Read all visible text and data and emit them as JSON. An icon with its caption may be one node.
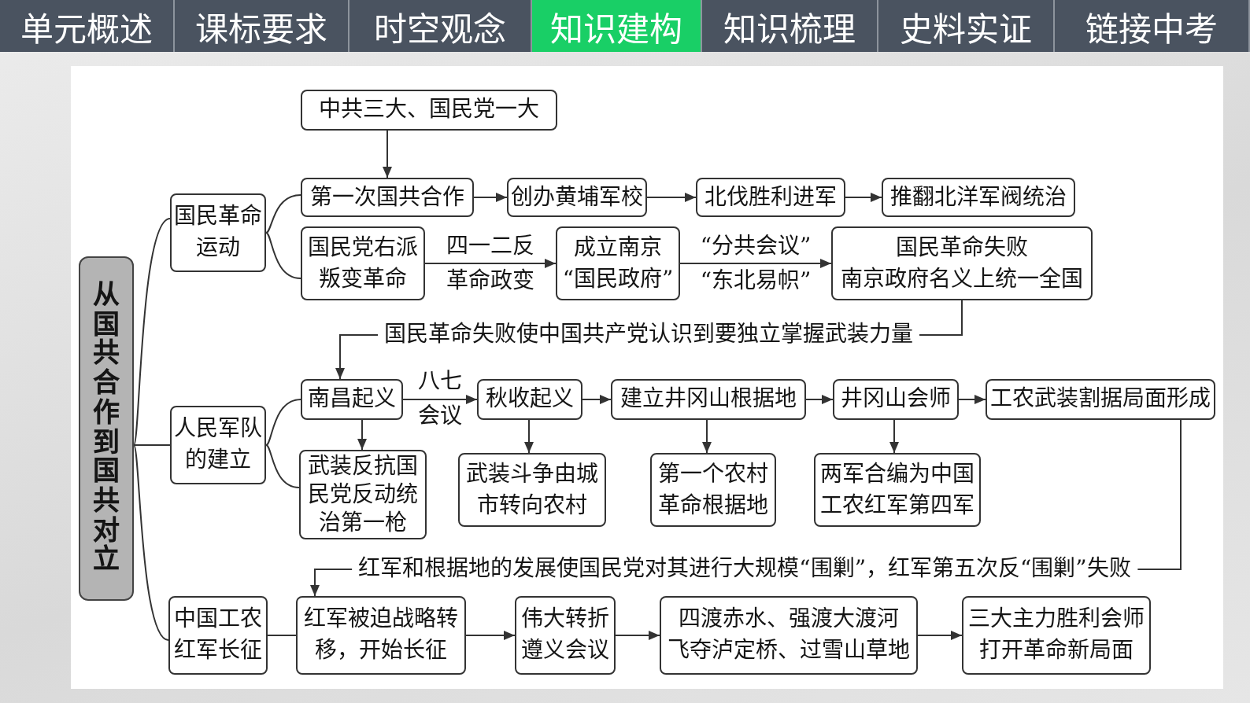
{
  "diagram": {
    "nodes": [
      {
        "text": [
          "从国共合作到国共对立"
        ]
      },
      {
        "text": [
          "国民革命运动"
        ]
      },
      {
        "text": [
          "中共三大、国民党一大"
        ]
      },
      {
        "text": [
          "第一次国共合作"
        ]
      },
      {
        "text": [
          "创办黄埔军校"
        ]
      },
      {
        "text": [
          "北伐胜利进军"
        ]
      },
      {
        "text": [
          "推翻北洋军阀统治"
        ]
      },
      {
        "text": [
          "国民党右派叛变革命"
        ]
      },
      {
        "text": [
          "成立南京“国民政府”"
        ]
      },
      {
        "text": [
          "国民革命失败",
          "南京政府名义上统一全国"
        ]
      },
      {
        "text": [
          "人民军队的建立"
        ]
      },
      {
        "text": [
          "南昌起义"
        ]
      },
      {
        "text": [
          "秋收起义"
        ]
      },
      {
        "text": [
          "建立井冈山根据地"
        ]
      },
      {
        "text": [
          "井冈山会师"
        ]
      },
      {
        "text": [
          "工农武装割据局面形成"
        ]
      },
      {
        "text": [
          "武装反抗国民党反动统治第一枪"
        ]
      },
      {
        "text": [
          "武装斗争由城市转向农村"
        ]
      },
      {
        "text": [
          "第一个农村革命根据地"
        ]
      },
      {
        "text": [
          "两军合编为中国工农红军第四军"
        ]
      },
      {
        "text": [
          "中国工农红军长征"
        ]
      },
      {
        "text": [
          "红军被迫战略转移，开始长征"
        ]
      },
      {
        "text": [
          "伟大转折",
          "遵义会议"
        ]
      },
      {
        "text": [
          "四渡赤水、强渡大渡河",
          "飞夺泸定桥、过雪山草地"
        ]
      },
      {
        "text": [
          "三大主力胜利会师",
          "打开革命新局面"
        ]
      }
    ],
    "edges": [
      {
        "from": 0,
        "to": 1,
        "arrow": "none"
      },
      {
        "from": 0,
        "to": 10,
        "arrow": "none"
      },
      {
        "from": 0,
        "to": 20,
        "arrow": "none"
      },
      {
        "from": 1,
        "to": 3,
        "arrow": "none"
      },
      {
        "from": 1,
        "to": 7,
        "arrow": "none"
      },
      {
        "from": 2,
        "to": 3,
        "arrow": "to"
      },
      {
        "from": 3,
        "to": 4,
        "arrow": "to"
      },
      {
        "from": 4,
        "to": 5,
        "arrow": "to"
      },
      {
        "from": 5,
        "to": 6,
        "arrow": "to"
      },
      {
        "from": 7,
        "to": 8,
        "arrow": "to",
        "label": "四一二反革命政变"
      },
      {
        "from": 8,
        "to": 9,
        "arrow": "to",
        "label": "“分共会议”“东北易帜”"
      },
      {
        "from": 9,
        "to": 11,
        "arrow": "to",
        "label": "国民革命失败使中国共产党认识到要独立掌握武装力量"
      },
      {
        "from": 10,
        "to": 11,
        "arrow": "none"
      },
      {
        "from": 10,
        "to": 16,
        "arrow": "none"
      },
      {
        "from": 11,
        "to": 12,
        "arrow": "to",
        "label": "八七会议"
      },
      {
        "from": 12,
        "to": 13,
        "arrow": "to"
      },
      {
        "from": 13,
        "to": 14,
        "arrow": "to"
      },
      {
        "from": 14,
        "to": 15,
        "arrow": "to"
      },
      {
        "from": 11,
        "to": 16,
        "arrow": "to"
      },
      {
        "from": 12,
        "to": 17,
        "arrow": "to"
      },
      {
        "from": 13,
        "to": 18,
        "arrow": "to"
      },
      {
        "from": 14,
        "to": 19,
        "arrow": "to"
      },
      {
        "from": 15,
        "to": 21,
        "arrow": "to",
        "label": "红军和根据地的发展使国民党对其进行大规模“围剿”，红军第五次反“围剿”失败"
      },
      {
        "from": 20,
        "to": 21,
        "arrow": "none"
      },
      {
        "from": 21,
        "to": 22,
        "arrow": "to"
      },
      {
        "from": 22,
        "to": 23,
        "arrow": "to"
      },
      {
        "from": 23,
        "to": 24,
        "arrow": "to"
      }
    ],
    "labels": [
      "单元概述",
      "课标要求",
      "时空观念",
      "知识建构",
      "知识梳理",
      "史料实证",
      "链接中考"
    ]
  }
}
